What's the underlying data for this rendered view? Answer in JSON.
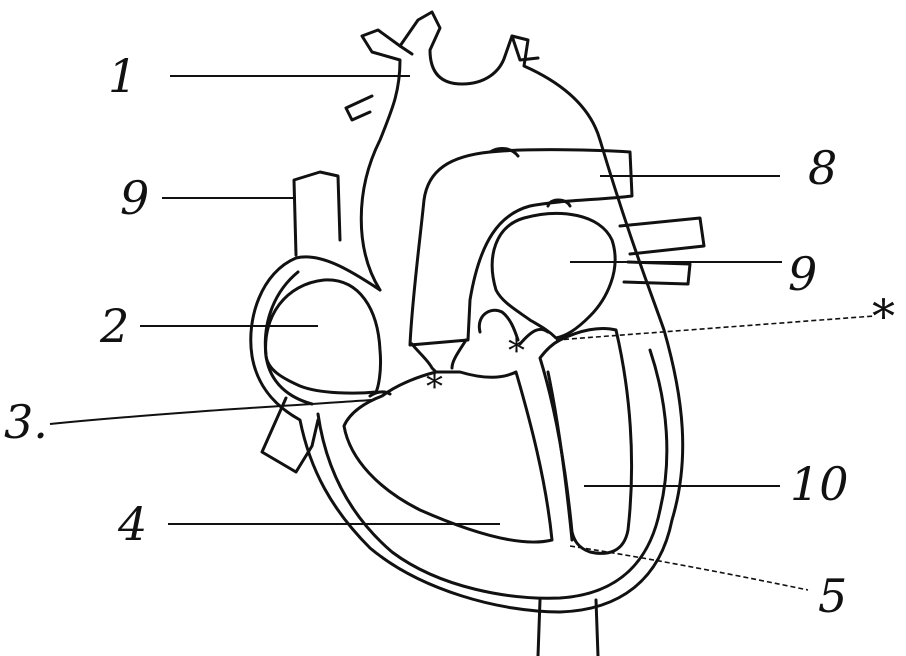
{
  "colors": {
    "ink": "#111111",
    "paper": "#ffffff"
  },
  "labels": {
    "l1": "1",
    "l2": "2",
    "l3": "3.",
    "l4": "4",
    "l5": "5",
    "l8": "8",
    "l9_left": "9",
    "l9_right": "9",
    "l10": "10",
    "star": "*"
  }
}
